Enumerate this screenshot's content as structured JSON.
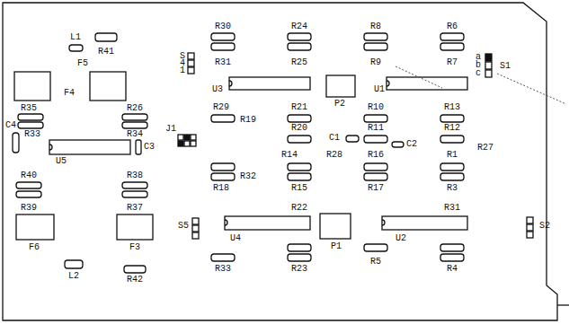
{
  "diagram": {
    "labels": [
      "L1",
      "R41",
      "F5",
      "F4",
      "R30",
      "R31",
      "R24",
      "R25",
      "R8",
      "R9",
      "R6",
      "R7",
      "S",
      "4",
      "1",
      "U3",
      "P2",
      "U1",
      "a",
      "b",
      "c",
      "S1",
      "R35",
      "R26",
      "R33",
      "R34",
      "C4",
      "U5",
      "C3",
      "J1",
      "R29",
      "R19",
      "R21",
      "R20",
      "R10",
      "R11",
      "R13",
      "R12",
      "C1",
      "C2",
      "R27",
      "R14",
      "R28",
      "R16",
      "R1",
      "R32",
      "R18",
      "R15",
      "R17",
      "R3",
      "R40",
      "R38",
      "R39",
      "R37",
      "F6",
      "F3",
      "S5",
      "U4",
      "P1",
      "U2",
      "S2",
      "R22",
      "R31",
      "L2",
      "R42",
      "R33",
      "R23",
      "R5",
      "R4"
    ]
  }
}
